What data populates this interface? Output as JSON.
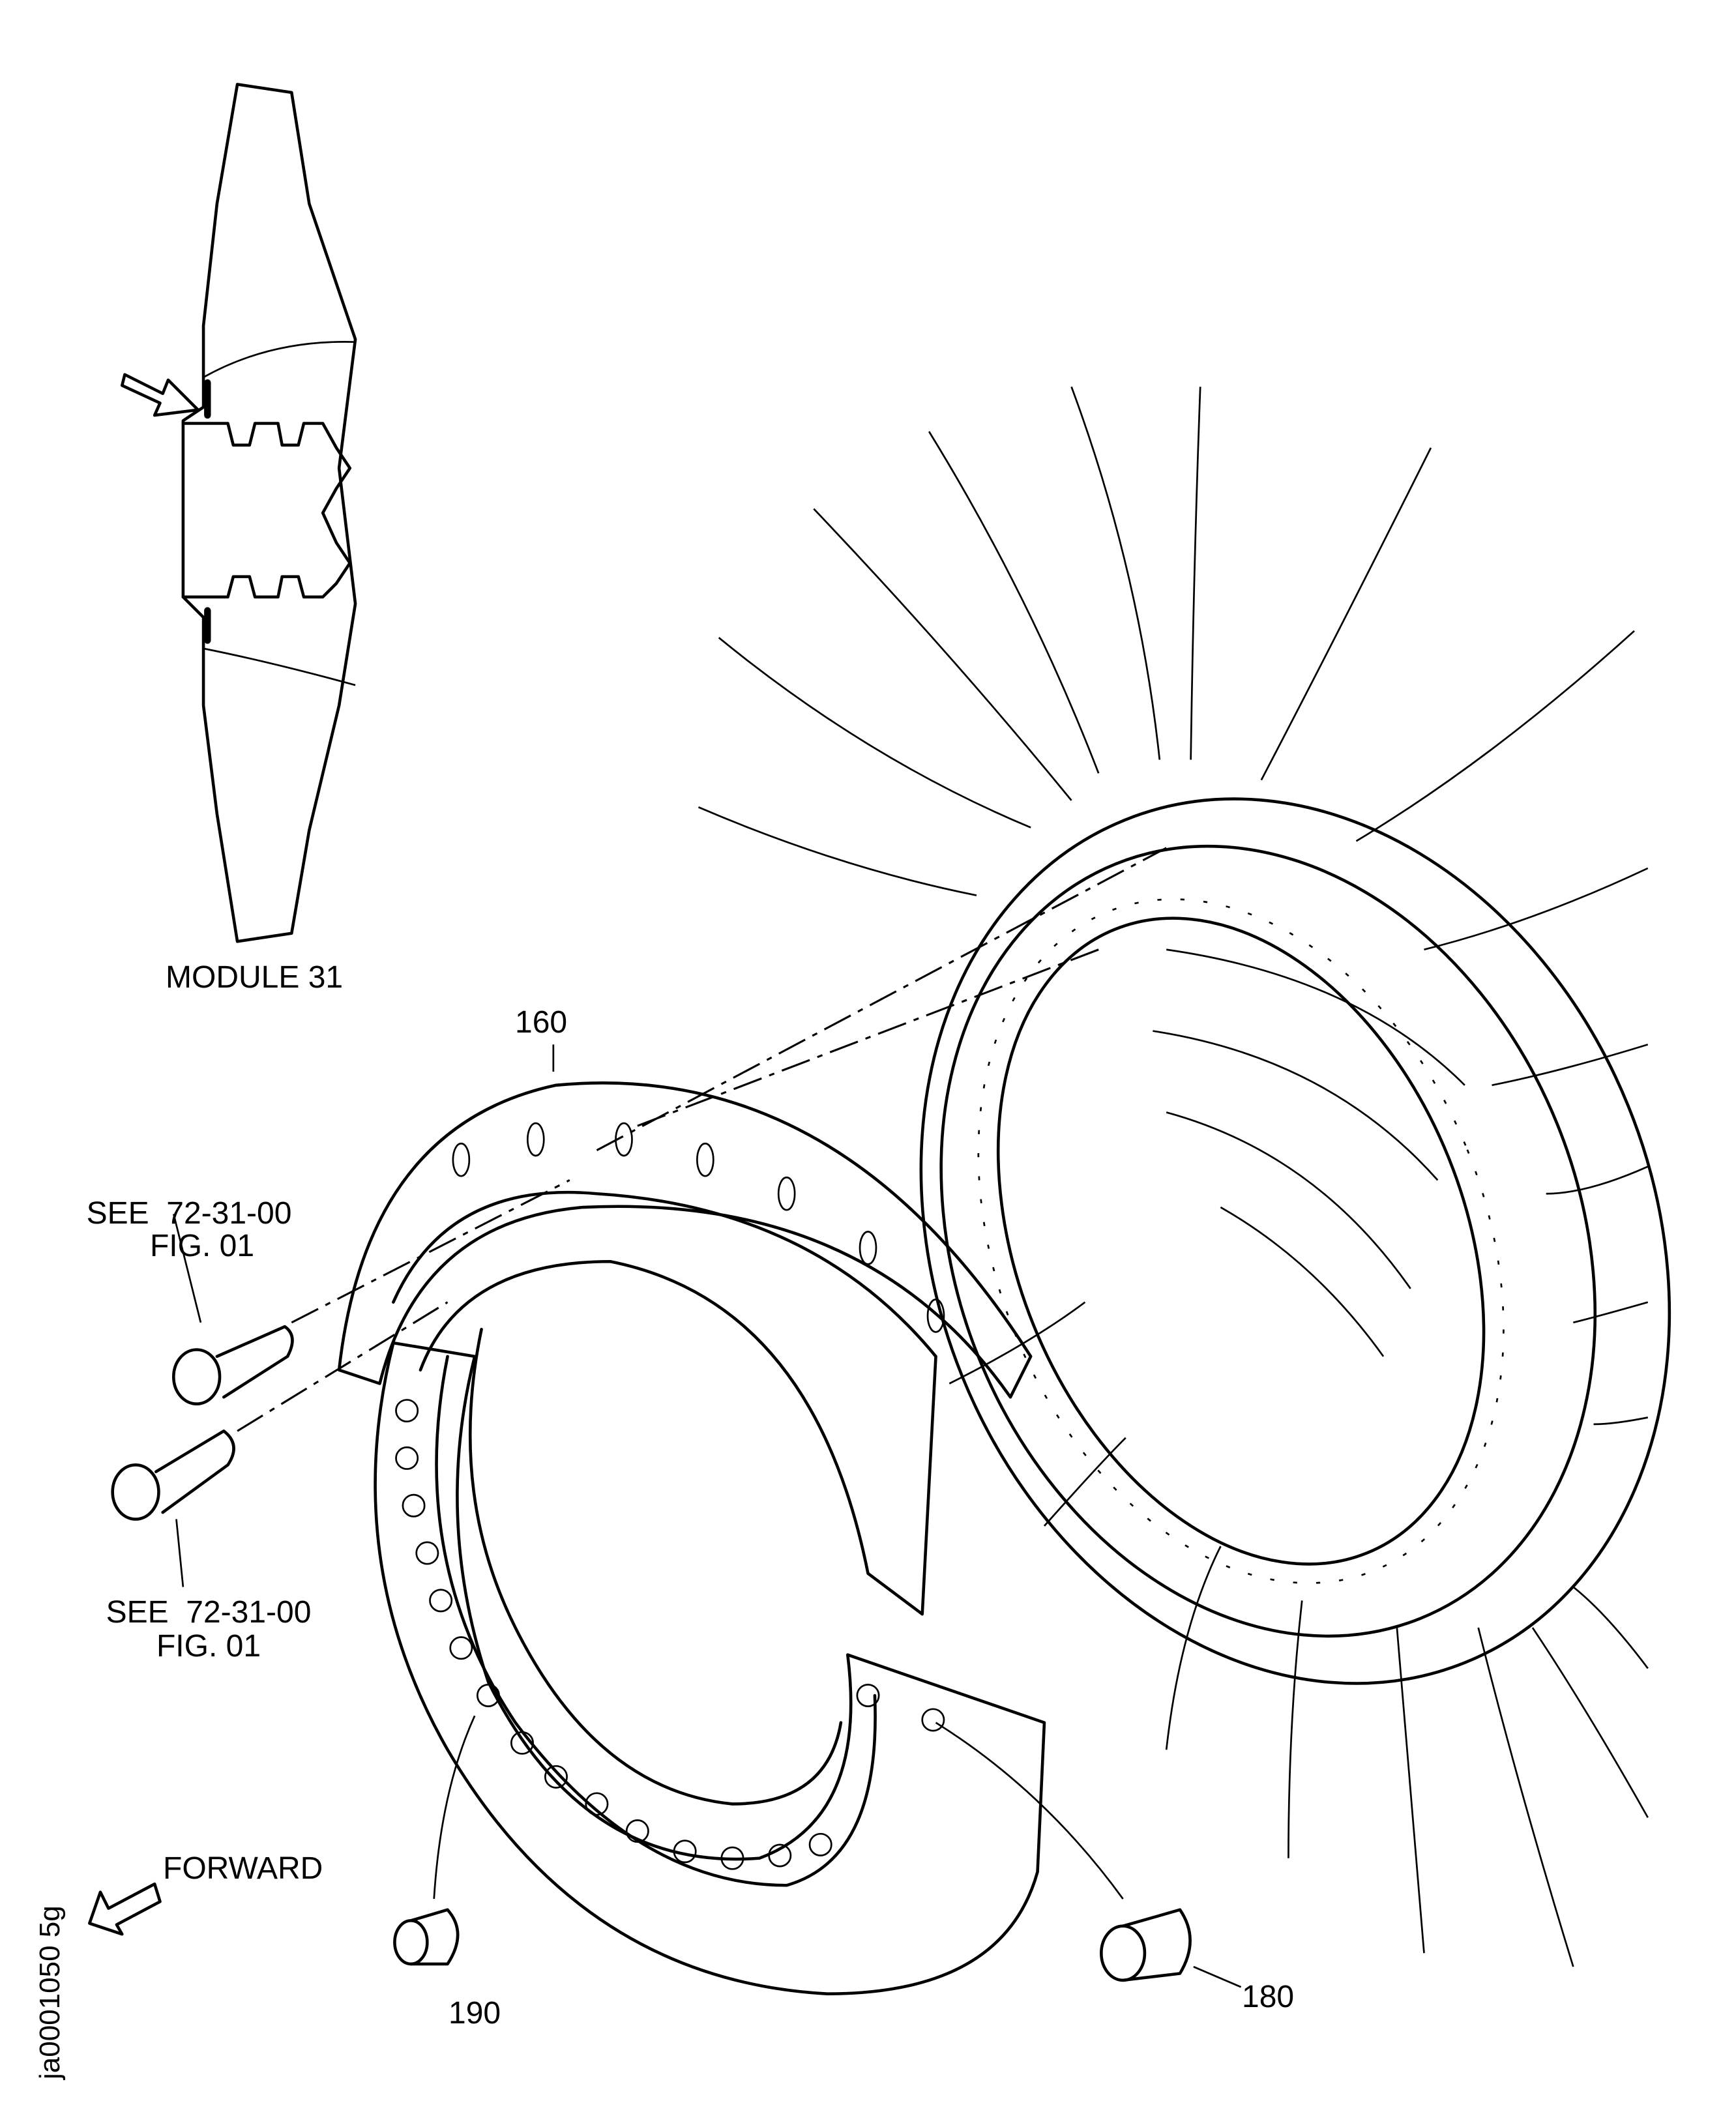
{
  "figure": {
    "inset_label": "MODULE 31",
    "callouts": {
      "part_160": "160",
      "part_180": "180",
      "part_190": "190"
    },
    "references": [
      {
        "line1": "SEE  72-31-00",
        "line2": "FIG. 01"
      },
      {
        "line1": "SEE  72-31-00",
        "line2": "FIG. 01"
      }
    ],
    "direction_label": "FORWARD",
    "figure_id": "ja0001050 5g"
  }
}
